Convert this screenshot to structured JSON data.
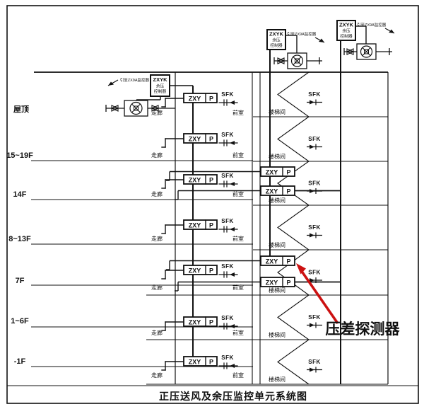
{
  "title": "正压送风及余压监控单元系统图",
  "floors": [
    {
      "label": "屋顶"
    },
    {
      "label": "15~19F"
    },
    {
      "label": "14F"
    },
    {
      "label": "8~13F"
    },
    {
      "label": "7F"
    },
    {
      "label": "1~6F"
    },
    {
      "label": "-1F"
    }
  ],
  "labels": {
    "corridor": "走廊",
    "anteroom": "前室",
    "stairwell": "楼梯间",
    "vent": "SFK"
  },
  "detector": {
    "left": "ZXY",
    "right": "P"
  },
  "controller": {
    "model": "ZXYK",
    "line2": "余压",
    "line3": "控制器",
    "note": "引至ZX9A监控器"
  },
  "annotation": {
    "text": "压差探测器",
    "color": "#cc1111"
  },
  "colors": {
    "line": "#111111",
    "background": "#ffffff",
    "accent": "#cc1111"
  }
}
